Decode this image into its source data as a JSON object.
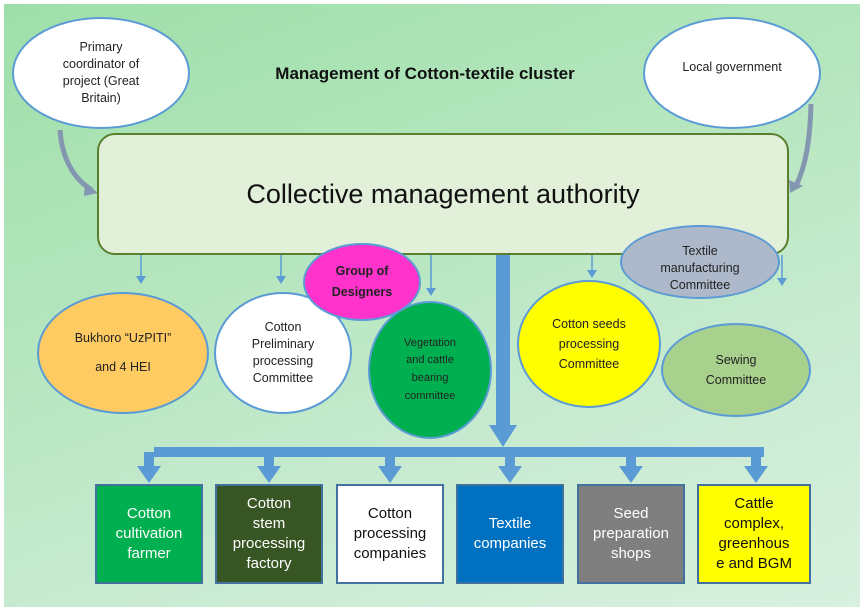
{
  "title": "Management of Cotton-textile cluster",
  "top_nodes": {
    "primary_coordinator": [
      "Primary",
      "coordinator of",
      "project (Great",
      "Britain)"
    ],
    "local_government": "Local government"
  },
  "authority": "Collective management authority",
  "committees": {
    "bukhoro": [
      "Bukhoro “UzPITI”",
      "and 4 HEI"
    ],
    "cotton_preliminary": [
      "Cotton",
      "Preliminary",
      "processing",
      "Committee"
    ],
    "group_of_designers": [
      "Group of",
      "Designers"
    ],
    "vegetation_cattle": [
      "Vegetation",
      "and cattle",
      "bearing",
      "committee"
    ],
    "cotton_seeds": [
      "Cotton seeds",
      "processing",
      "Committee"
    ],
    "textile_manufacturing": [
      "Textile",
      "manufacturing",
      "Committee"
    ],
    "sewing": [
      "Sewing",
      "Committee"
    ]
  },
  "units": [
    {
      "lines": [
        "Cotton",
        "cultivation",
        "farmer"
      ],
      "bg": "#00b050",
      "fg": "#ffffff"
    },
    {
      "lines": [
        "Cotton",
        "stem",
        "processing",
        "factory"
      ],
      "bg": "#375623",
      "fg": "#ffffff"
    },
    {
      "lines": [
        "Cotton",
        "processing",
        "companies"
      ],
      "bg": "#ffffff",
      "fg": "#111111"
    },
    {
      "lines": [
        "Textile",
        "companies"
      ],
      "bg": "#0070c0",
      "fg": "#ffffff"
    },
    {
      "lines": [
        "Seed",
        "preparation",
        "shops"
      ],
      "bg": "#7f7f7f",
      "fg": "#ffffff"
    },
    {
      "lines": [
        "Cattle",
        "complex,",
        "greenhous",
        "e and BGM"
      ],
      "bg": "#ffff00",
      "fg": "#111111"
    }
  ],
  "colors": {
    "arrow_blue": "#5b9bd5",
    "curve_arrow": "#8497b0",
    "ellipse_border": "#5b9bd5",
    "authority_fill": "#e2efd9",
    "authority_border": "#5a7f2e",
    "bukhoro": "#fecb63",
    "designers": "#ff33cc",
    "vegetation": "#00b050",
    "cotton_seeds": "#ffff00",
    "textile_manufacturing": "#adb9ca",
    "sewing": "#a9d18e"
  }
}
